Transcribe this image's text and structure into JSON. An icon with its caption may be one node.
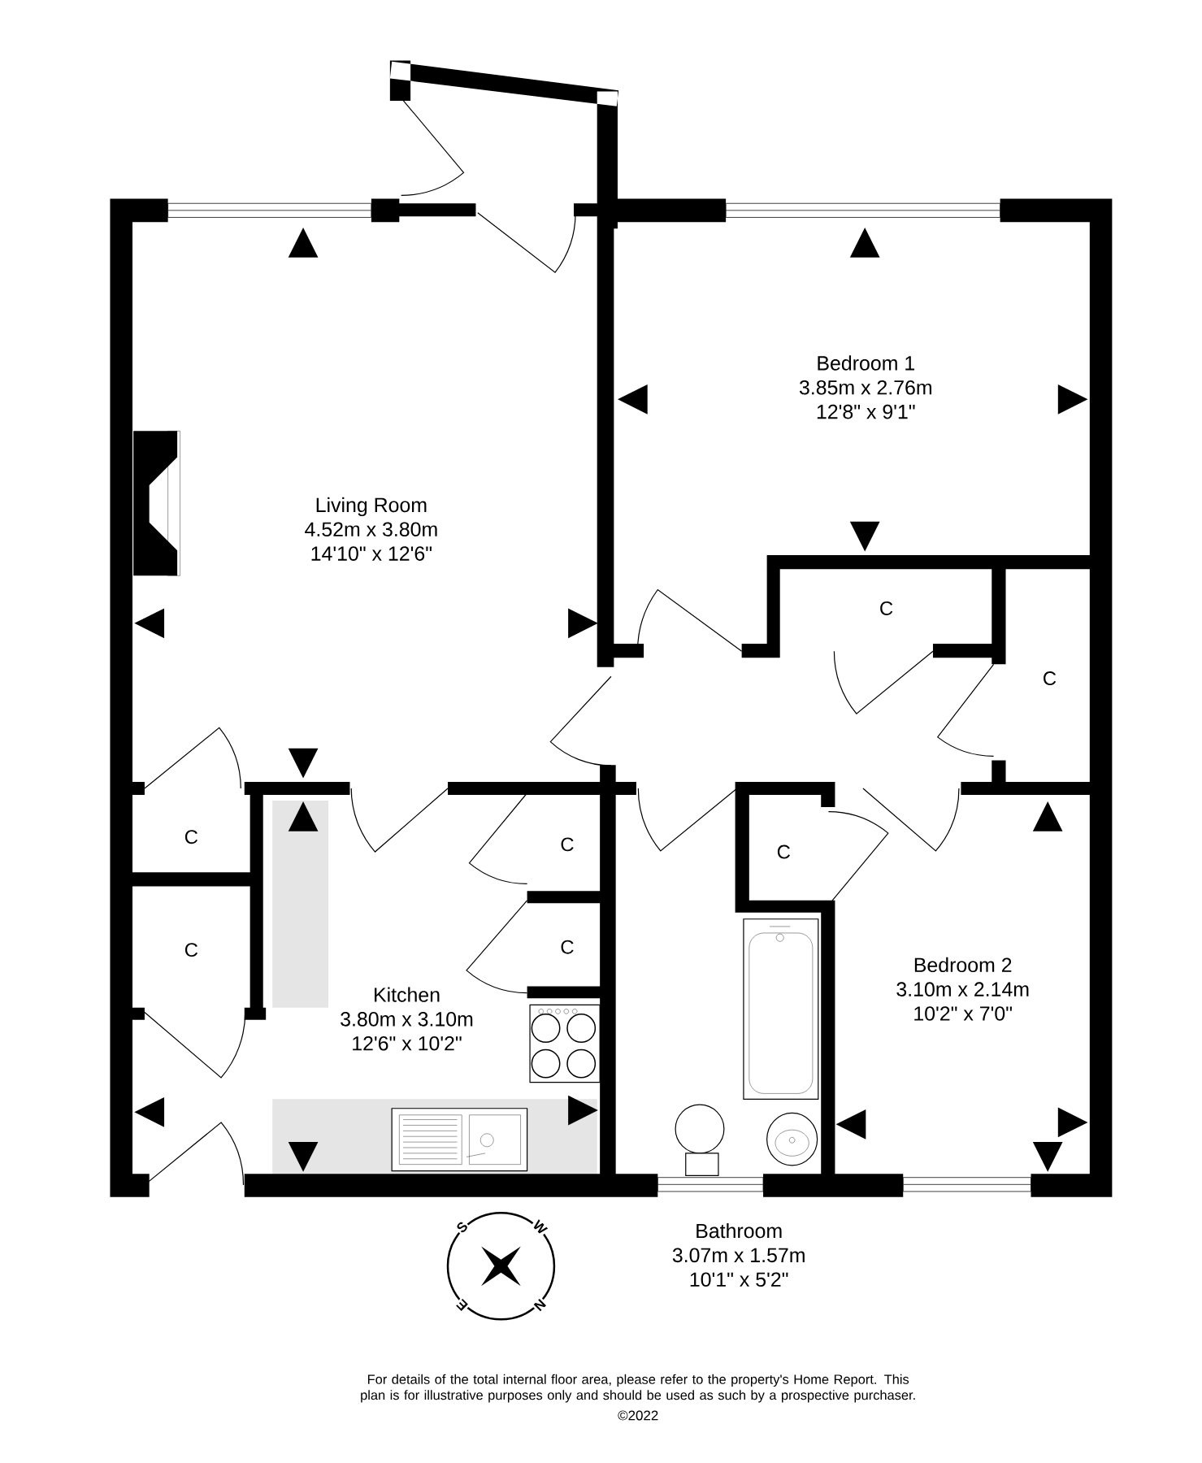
{
  "diagram": {
    "nodes": [
      {
        "text": [
          "Living Room",
          "4.52m x 3.80m",
          "14'10\" x 12'6\""
        ]
      },
      {
        "text": [
          "Bedroom 1",
          "3.85m x 2.76m",
          "12'8\" x 9'1\""
        ]
      },
      {
        "text": [
          "Kitchen",
          "3.80m x 3.10m",
          "12'6\" x 10'2\""
        ]
      },
      {
        "text": [
          "Bedroom 2",
          "3.10m x 2.14m",
          "10'2\" x 7'0\""
        ]
      },
      {
        "text": [
          "Bathroom",
          "3.07m x 1.57m",
          "10'1\" x 5'2\""
        ]
      },
      {
        "text": [
          "C"
        ]
      },
      {
        "text": [
          "C"
        ]
      },
      {
        "text": [
          "C"
        ]
      },
      {
        "text": [
          "C"
        ]
      },
      {
        "text": [
          "C"
        ]
      },
      {
        "text": [
          "C"
        ]
      },
      {
        "text": [
          "C"
        ]
      }
    ],
    "edges": [],
    "labels": [
      "S",
      "W",
      "E",
      "N",
      "For details of the total internal floor area, please refer to the property's Home Report. This plan is for illustrative purposes only and should be used as such by a prospective purchaser.",
      "©2022"
    ]
  }
}
